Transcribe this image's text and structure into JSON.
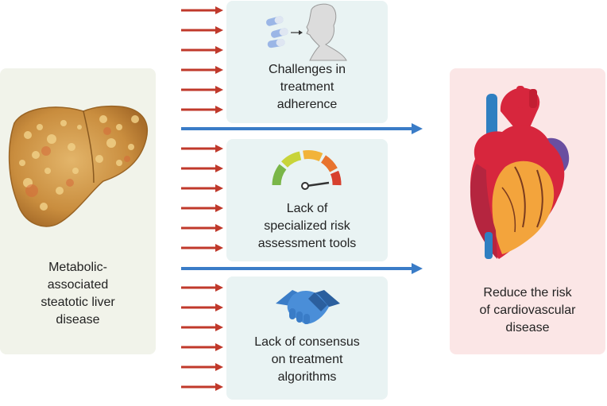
{
  "left": {
    "lines": [
      "Metabolic-",
      "associated",
      "steatotic liver",
      "disease"
    ]
  },
  "right": {
    "lines": [
      "Reduce the risk",
      "of cardiovascular",
      "disease"
    ]
  },
  "barriers": [
    {
      "lines": [
        "Challenges in",
        "treatment",
        "adherence"
      ],
      "icon": "pills-person-icon"
    },
    {
      "lines": [
        "Lack of",
        "specialized risk",
        "assessment tools"
      ],
      "icon": "gauge-icon"
    },
    {
      "lines": [
        "Lack of consensus",
        "on treatment",
        "algorithms"
      ],
      "icon": "handshake-icon"
    }
  ],
  "colors": {
    "red_arrow": "#c0392b",
    "blue_arrow": "#3a7cc7",
    "left_panel": "#f1f3ea",
    "right_panel": "#fbe6e6",
    "box": "#e9f3f3"
  }
}
